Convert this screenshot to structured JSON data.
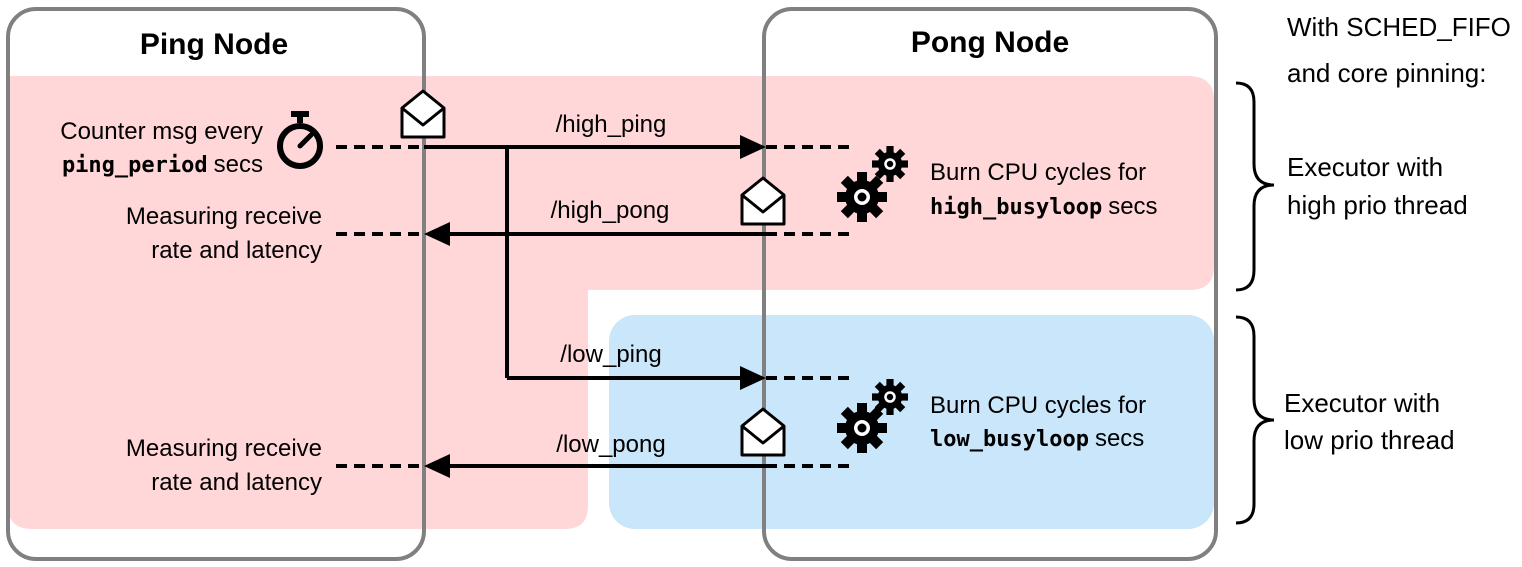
{
  "colors": {
    "high_region": "#ffd7d8",
    "low_region": "#c9e6fa",
    "node_border": "#808080",
    "ink": "#000000"
  },
  "nodes": {
    "ping": {
      "title": "Ping Node"
    },
    "pong": {
      "title": "Pong Node"
    }
  },
  "ping": {
    "counter_line1": "Counter msg every",
    "counter_var": "ping_period",
    "counter_suffix": "secs",
    "measure_high": {
      "line1": "Measuring receive",
      "line2": "rate and latency"
    },
    "measure_low": {
      "line1": "Measuring receive",
      "line2": "rate and latency"
    }
  },
  "topics": {
    "high_ping": "/high_ping",
    "high_pong": "/high_pong",
    "low_ping": "/low_ping",
    "low_pong": "/low_pong"
  },
  "pong": {
    "high": {
      "line1": "Burn CPU cycles for",
      "var": "high_busyloop",
      "suffix": "secs"
    },
    "low": {
      "line1": "Burn CPU cycles for",
      "var": "low_busyloop",
      "suffix": "secs"
    }
  },
  "side": {
    "header_line1": "With SCHED_FIFO",
    "header_line2": "and core pinning:",
    "high": {
      "line1": "Executor with",
      "line2": "high prio thread"
    },
    "low": {
      "line1": "Executor with",
      "line2": "low prio thread"
    }
  },
  "icons": {
    "timer": "stopwatch-icon",
    "envelope": "envelope-icon",
    "gears": "gears-icon"
  }
}
